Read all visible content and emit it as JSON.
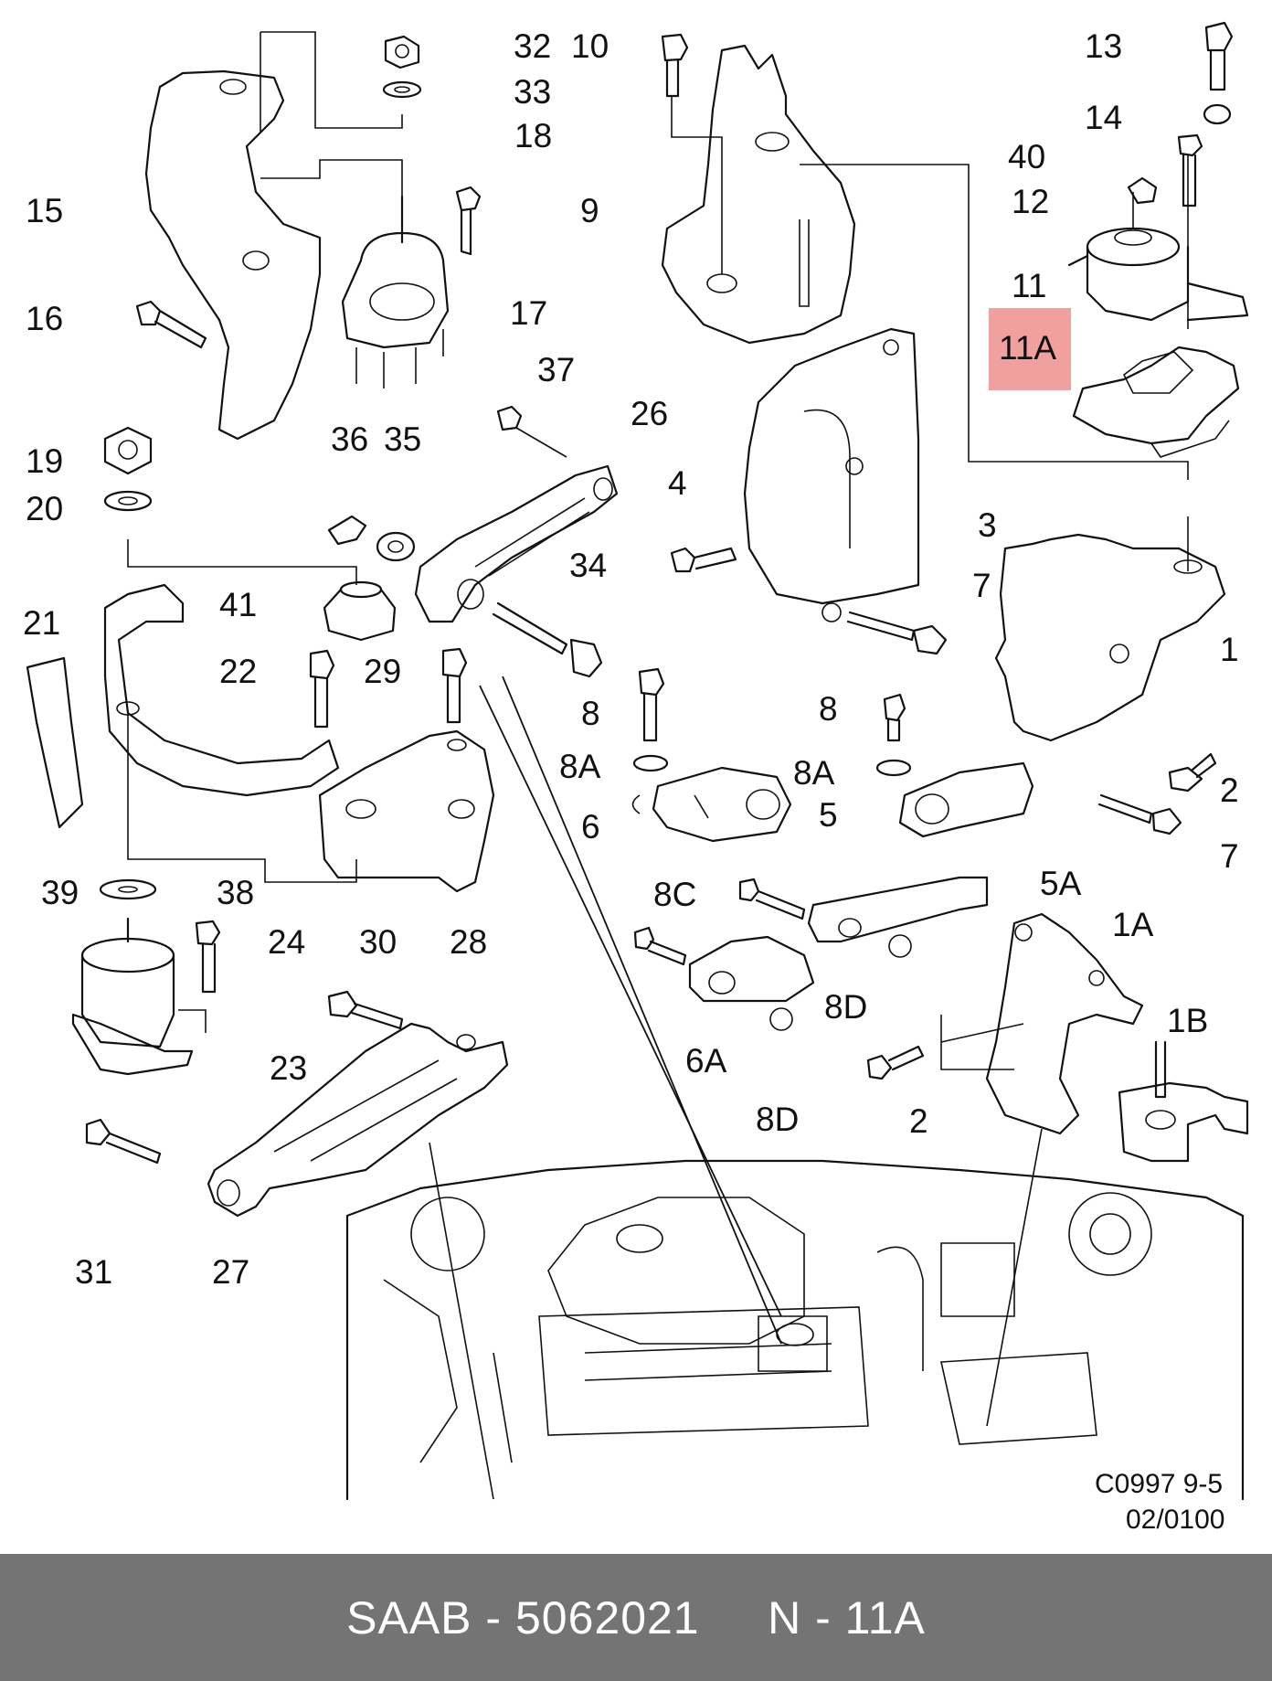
{
  "diagram": {
    "reference_code": "C0997 9-5",
    "date_code": "02/0100",
    "highlighted_label": "11A",
    "callouts": [
      {
        "id": "c32",
        "text": "32"
      },
      {
        "id": "c33",
        "text": "33"
      },
      {
        "id": "c10",
        "text": "10"
      },
      {
        "id": "c13",
        "text": "13"
      },
      {
        "id": "c14",
        "text": "14"
      },
      {
        "id": "c18",
        "text": "18"
      },
      {
        "id": "c40",
        "text": "40"
      },
      {
        "id": "c15",
        "text": "15"
      },
      {
        "id": "c9",
        "text": "9"
      },
      {
        "id": "c12",
        "text": "12"
      },
      {
        "id": "c11",
        "text": "11"
      },
      {
        "id": "c17",
        "text": "17"
      },
      {
        "id": "c16",
        "text": "16"
      },
      {
        "id": "c11A",
        "text": "11A"
      },
      {
        "id": "c37",
        "text": "37"
      },
      {
        "id": "c26",
        "text": "26"
      },
      {
        "id": "c36",
        "text": "36"
      },
      {
        "id": "c35",
        "text": "35"
      },
      {
        "id": "c19",
        "text": "19"
      },
      {
        "id": "c20",
        "text": "20"
      },
      {
        "id": "c4",
        "text": "4"
      },
      {
        "id": "c3",
        "text": "3"
      },
      {
        "id": "c34",
        "text": "34"
      },
      {
        "id": "c21",
        "text": "21"
      },
      {
        "id": "c41",
        "text": "41"
      },
      {
        "id": "c7a",
        "text": "7"
      },
      {
        "id": "c1",
        "text": "1"
      },
      {
        "id": "c22",
        "text": "22"
      },
      {
        "id": "c29",
        "text": "29"
      },
      {
        "id": "c8a",
        "text": "8"
      },
      {
        "id": "c8b",
        "text": "8"
      },
      {
        "id": "c8Aa",
        "text": "8A"
      },
      {
        "id": "c8Ab",
        "text": "8A"
      },
      {
        "id": "c2a",
        "text": "2"
      },
      {
        "id": "c6",
        "text": "6"
      },
      {
        "id": "c5",
        "text": "5"
      },
      {
        "id": "c7b",
        "text": "7"
      },
      {
        "id": "c39",
        "text": "39"
      },
      {
        "id": "c38",
        "text": "38"
      },
      {
        "id": "c28",
        "text": "28"
      },
      {
        "id": "c8C",
        "text": "8C"
      },
      {
        "id": "c5A",
        "text": "5A"
      },
      {
        "id": "c1A",
        "text": "1A"
      },
      {
        "id": "c24",
        "text": "24"
      },
      {
        "id": "c30",
        "text": "30"
      },
      {
        "id": "c8Da",
        "text": "8D"
      },
      {
        "id": "c6A",
        "text": "6A"
      },
      {
        "id": "c1B",
        "text": "1B"
      },
      {
        "id": "c23",
        "text": "23"
      },
      {
        "id": "c8Db",
        "text": "8D"
      },
      {
        "id": "c2b",
        "text": "2"
      },
      {
        "id": "c31",
        "text": "31"
      },
      {
        "id": "c27",
        "text": "27"
      }
    ]
  },
  "footer": {
    "text": "SAAB - 5062021     N - 11A"
  },
  "colors": {
    "highlight": "#ef8f8f",
    "footer_background": "#747474",
    "footer_text": "#ffffff",
    "line": "#111111"
  }
}
